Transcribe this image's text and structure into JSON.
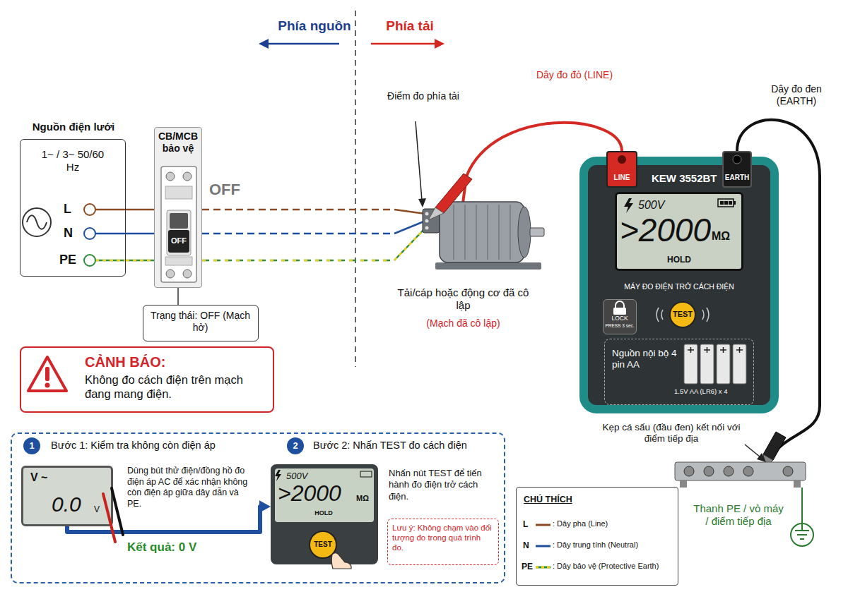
{
  "diagram": {
    "nodes": [
      {
        "text": [
          "Nguồn điện lưới",
          "1~ / 3~ 50/60 Hz"
        ]
      },
      {
        "text": [
          "CB/MCB bảo vệ"
        ]
      },
      {
        "text": [
          "Trạng thái: OFF (Mạch hở)"
        ]
      },
      {
        "text": [
          "CẢNH BÁO:",
          "Không đo cách điện trên mạch đang mang điện."
        ]
      },
      {
        "text": [
          "Tải/cáp hoặc động cơ đã cô lập",
          "(Mạch đã cô lập)"
        ]
      },
      {
        "text": [
          "KEW 3552BT",
          "MÁY ĐO ĐIỆN TRỞ CÁCH ĐIỆN"
        ]
      },
      {
        "text": [
          "LINE"
        ],
        "in": 5
      },
      {
        "text": [
          "EARTH"
        ],
        "in": 5
      },
      {
        "text": [
          "500V",
          ">2000",
          "MΩ",
          "HOLD"
        ],
        "in": 5
      },
      {
        "text": [
          "LOCK",
          "PRESS 3 sec."
        ],
        "in": 5
      },
      {
        "text": [
          "TEST"
        ],
        "in": 5
      },
      {
        "text": [
          "Nguồn nội bộ 4 pin AA",
          "1.5V AA (LR6) x 4"
        ],
        "in": 5
      },
      {
        "text": [
          "Thanh PE / vỏ máy / điểm tiếp địa"
        ]
      },
      {
        "text": [
          "Bước 1: Kiểm tra không còn điện áp",
          "Bước 2: Nhấn TEST đo cách điện"
        ]
      },
      {
        "text": [
          "1"
        ],
        "in": 13
      },
      {
        "text": [
          "V ~",
          "0.0",
          "V"
        ],
        "in": 13
      },
      {
        "text": [
          "2"
        ],
        "in": 13
      },
      {
        "text": [
          "500V",
          ">2000",
          "MΩ",
          "HOLD"
        ],
        "in": 13
      },
      {
        "text": [
          "TEST"
        ],
        "in": 17
      },
      {
        "text": [
          "Lưu ý: Không chạm vào đối tượng đo trong quá trình đo."
        ],
        "in": 13
      },
      {
        "text": [
          "CHÚ THÍCH"
        ]
      }
    ],
    "edges": [
      {
        "from": 0,
        "to": 1,
        "arrow": "none"
      },
      {
        "from": 0,
        "to": 1,
        "arrow": "none"
      },
      {
        "from": 0,
        "to": 1,
        "arrow": "none"
      },
      {
        "from": 1,
        "to": 4,
        "arrow": "none"
      },
      {
        "from": 1,
        "to": 4,
        "arrow": "none"
      },
      {
        "from": 1,
        "to": 4,
        "arrow": "none"
      },
      {
        "from": 6,
        "to": 4,
        "arrow": "none"
      },
      {
        "from": 7,
        "to": 12,
        "arrow": "none"
      },
      {
        "from": 15,
        "to": 17,
        "arrow": "to"
      }
    ],
    "labels": [
      "Phía nguồn",
      "Phía tải",
      "OFF",
      "L",
      "N",
      "PE",
      "OFF",
      "Điểm đo phía tải",
      "Dây đo đỏ (LINE)",
      "Dây đo đen (EARTH)",
      "Kẹp cá sấu (đầu đen) kết nối với điểm tiếp địa",
      "Dùng bút thử điện/đồng hồ đo điện áp AC để xác nhận không còn điện áp giữa dây dẫn và PE.",
      "Kết quả: 0 V",
      "Nhấn nút TEST để tiến hành đo điện trở cách điện.",
      "L",
      "N",
      "PE"
    ],
    "legend": [
      {
        "text": ": Dây pha (Line)"
      },
      {
        "text": ": Dây trung tính (Neutral)"
      },
      {
        "text": ": Dây bảo vệ (Protective Earth)"
      }
    ]
  }
}
